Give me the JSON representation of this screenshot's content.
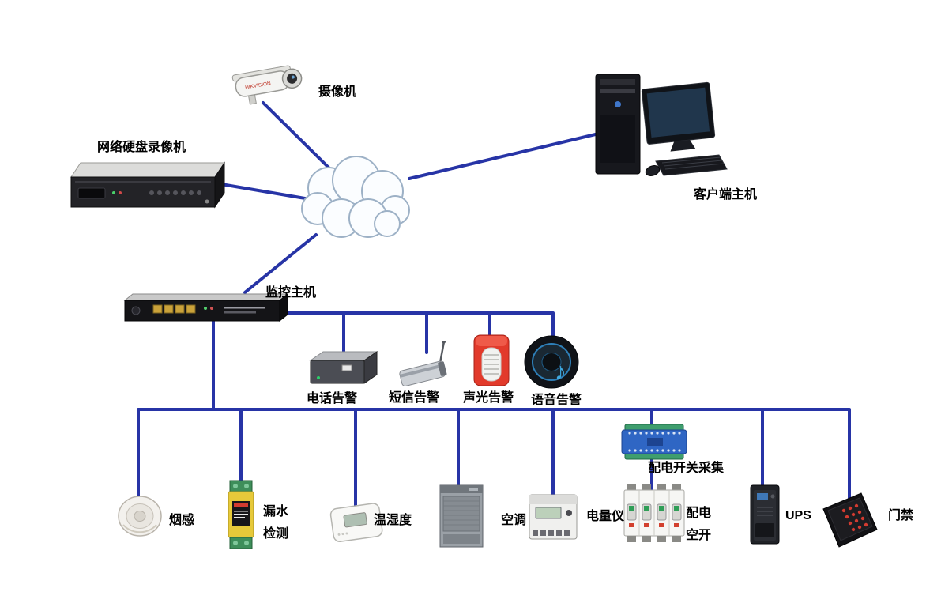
{
  "diagram": {
    "background_color": "#ffffff",
    "line_color": "#2734a6",
    "label_color": "#000000",
    "nodes": {
      "camera": {
        "label": "摄像机",
        "brand": "HIKVISION"
      },
      "nvr": {
        "label": "网络硬盘录像机"
      },
      "client_host": {
        "label": "客户端主机"
      },
      "monitor_host": {
        "label": "监控主机"
      },
      "phone_alarm": {
        "label": "电话告警"
      },
      "sms_alarm": {
        "label": "短信告警"
      },
      "sound_light_alarm": {
        "label": "声光告警"
      },
      "voice_alarm": {
        "label": "语音告警",
        "icon_glyph": "♪"
      },
      "smoke_sensor": {
        "label": "烟感"
      },
      "water_leak": {
        "label_line1": "漏水",
        "label_line2": "检测"
      },
      "temp_humidity": {
        "label": "温湿度"
      },
      "air_conditioner": {
        "label": "空调"
      },
      "power_meter": {
        "label": "电量仪"
      },
      "power_collector": {
        "label": "配电开关采集"
      },
      "power_breaker": {
        "label_line1": "配电",
        "label_line2": "空开"
      },
      "ups": {
        "label": "UPS"
      },
      "door_access": {
        "label": "门禁"
      }
    }
  }
}
